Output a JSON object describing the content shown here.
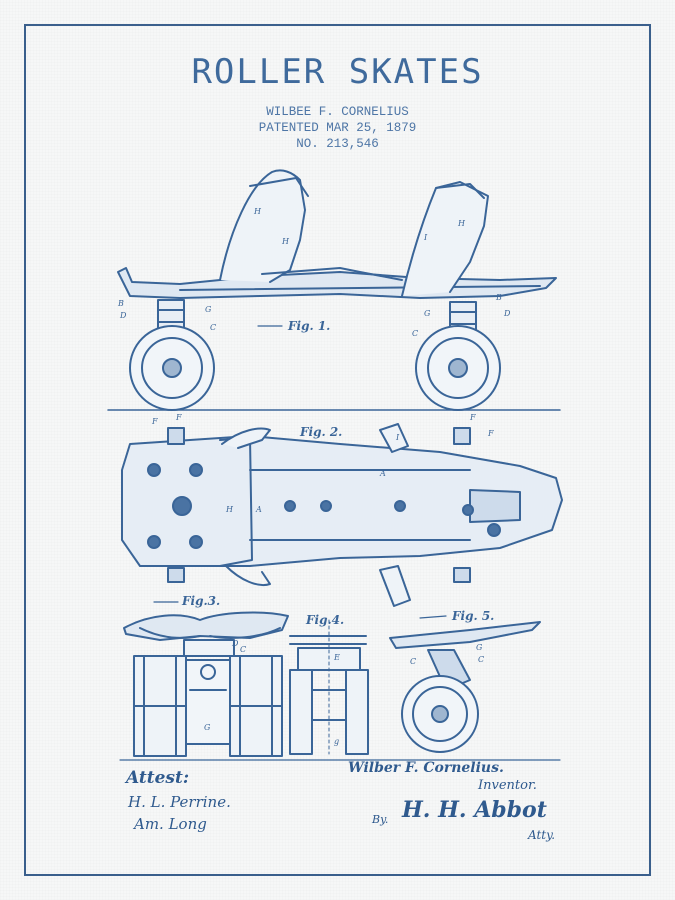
{
  "document": {
    "title": "ROLLER SKATES",
    "inventor_line": "WILBEE F. CORNELIUS",
    "patent_date_line": "PATENTED MAR 25, 1879",
    "patent_number_line": "NO. 213,546"
  },
  "figures": {
    "fig1": "Fig. 1.",
    "fig2": "Fig. 2.",
    "fig3": "Fig.3.",
    "fig4": "Fig.4.",
    "fig5": "Fig. 5."
  },
  "signatures": {
    "attest_label": "Attest:",
    "witness_1": "H. L. Perrine.",
    "witness_2": "Am. Long",
    "inventor_signature": "Wilber F. Cornelius.",
    "inventor_label": "Inventor.",
    "by_label": "By.",
    "attorney_signature": "H. H. Abbot",
    "attorney_label": "Atty."
  },
  "colors": {
    "ink": "#3a6598",
    "paper": "#f6f7f7",
    "frame": "#3a5f8c"
  }
}
